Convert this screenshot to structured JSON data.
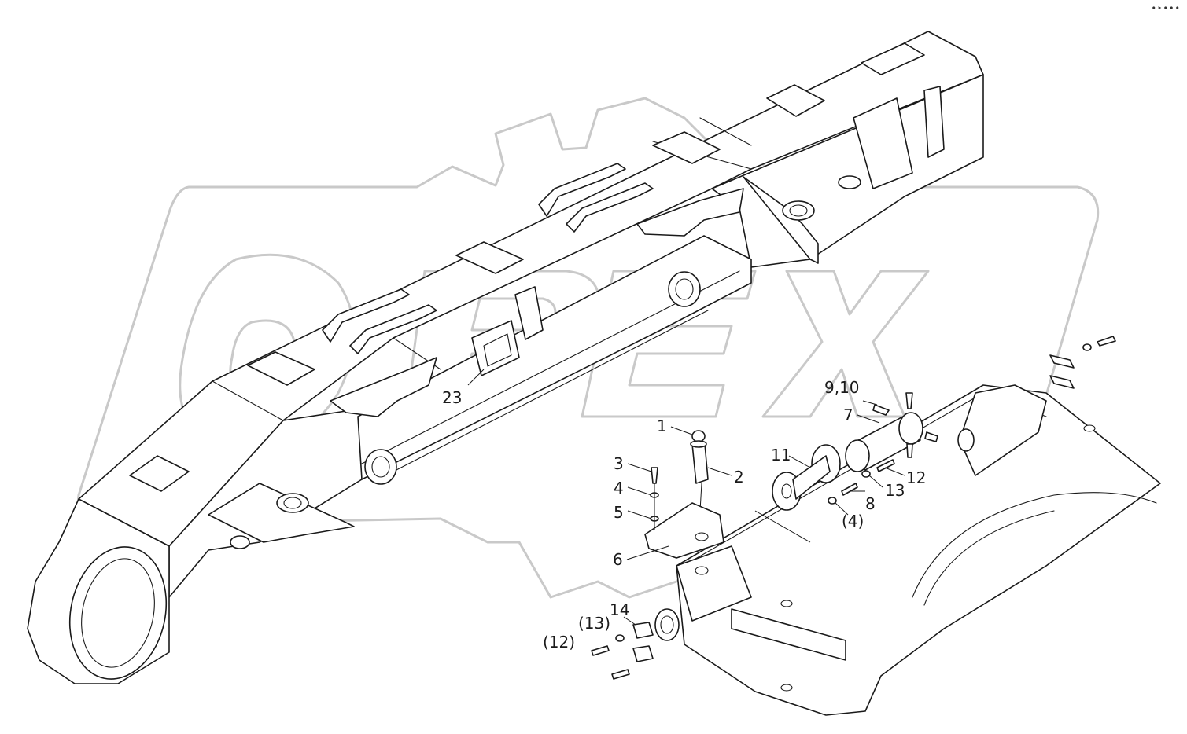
{
  "callouts": {
    "c1": "1",
    "c2": "2",
    "c3": "3",
    "c4": "4",
    "c5": "5",
    "c6": "6",
    "c7": "7",
    "c8": "8",
    "c9_10": "9,10",
    "c11": "11",
    "c12": "12",
    "c13": "13",
    "c4_ref": "(4)",
    "c12_ref": "(12)",
    "c13_ref": "(13)",
    "c14": "14",
    "c23": "23"
  },
  "watermark_color": "#c9c9c9",
  "line_color": "#1a1a1a"
}
